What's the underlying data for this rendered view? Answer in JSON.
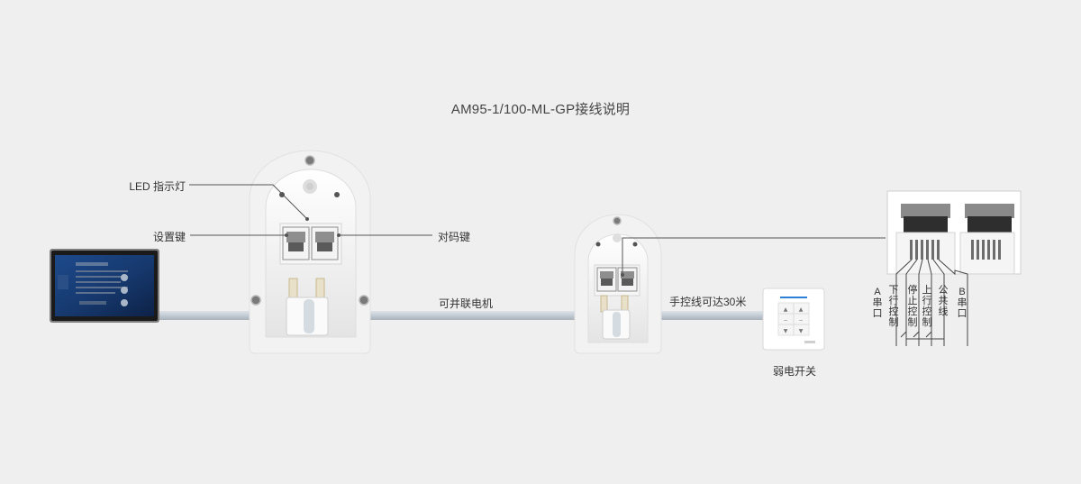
{
  "diagram": {
    "title": "AM95-1/100-ML-GP接线说明",
    "labels": {
      "led_indicator": "LED 指示灯",
      "set_key": "设置键",
      "pair_key": "对码键",
      "parallel": "可并联电机",
      "hand_control": "手控线可达30米",
      "weak_switch": "弱电开关"
    },
    "pinout": {
      "a_port": "A串口",
      "down": "下行控制",
      "stop": "停止控制",
      "up": "上行控制",
      "common": "公共线",
      "b_port": "B串口"
    },
    "colors": {
      "background": "#efefef",
      "cable": "#c9d1d8",
      "device": "#ffffff",
      "wall_switch_accent": "#2c7fd6"
    }
  }
}
